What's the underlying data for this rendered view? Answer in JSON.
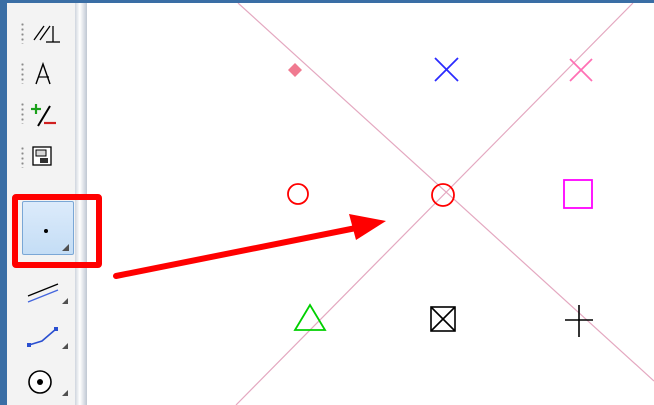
{
  "toolbar": {
    "items": [
      {
        "name": "perpendicular-tool",
        "icon": "perpendicular-icon",
        "selected": false
      },
      {
        "name": "angle-bisector-tool",
        "icon": "angle-bisector-icon",
        "selected": false
      },
      {
        "name": "split-segment-tool",
        "icon": "split-segment-icon",
        "selected": false
      },
      {
        "name": "view-fragment-tool",
        "icon": "view-fragment-icon",
        "selected": false
      },
      {
        "name": "point-tool",
        "icon": "point-icon",
        "selected": true
      },
      {
        "name": "line-segment-tool",
        "icon": "line-segment-icon",
        "selected": false
      },
      {
        "name": "polyline-tool",
        "icon": "polyline-icon",
        "selected": false
      },
      {
        "name": "circle-center-tool",
        "icon": "circle-center-icon",
        "selected": false
      }
    ]
  },
  "annotation": {
    "highlight_color": "#ff0000",
    "arrow_color": "#ff0000"
  },
  "canvas": {
    "construction_line_color": "#e4a8c0",
    "point_styles": [
      {
        "name": "dot-point",
        "shape": "dot",
        "color": "#f07a90"
      },
      {
        "name": "x-cross-point",
        "shape": "x-cross",
        "color": "#2b2bff"
      },
      {
        "name": "x-cross-point-pink",
        "shape": "x-cross",
        "color": "#ff6fb4"
      },
      {
        "name": "circle-point",
        "shape": "circle",
        "color": "#ff0000"
      },
      {
        "name": "circle-point-intersection",
        "shape": "circle",
        "color": "#ff0000"
      },
      {
        "name": "square-point",
        "shape": "square",
        "color": "#ff00ff"
      },
      {
        "name": "triangle-point",
        "shape": "triangle",
        "color": "#00d000"
      },
      {
        "name": "crossed-square-point",
        "shape": "crossed-square",
        "color": "#000000"
      },
      {
        "name": "plus-point",
        "shape": "plus",
        "color": "#000000"
      }
    ]
  }
}
